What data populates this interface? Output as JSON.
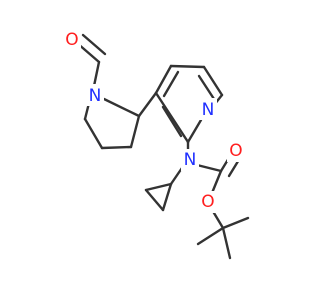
{
  "molecule": {
    "colors": {
      "bond": "#333333",
      "carbon": "#333333",
      "nitrogen": "#2030ff",
      "oxygen": "#ff1f1f"
    },
    "atoms": {
      "formyl_o": "O",
      "pyrrolidine_n": "N",
      "pyridine_n": "N",
      "amide_n": "N",
      "carbonyl_o": "O",
      "ester_o": "O"
    }
  }
}
